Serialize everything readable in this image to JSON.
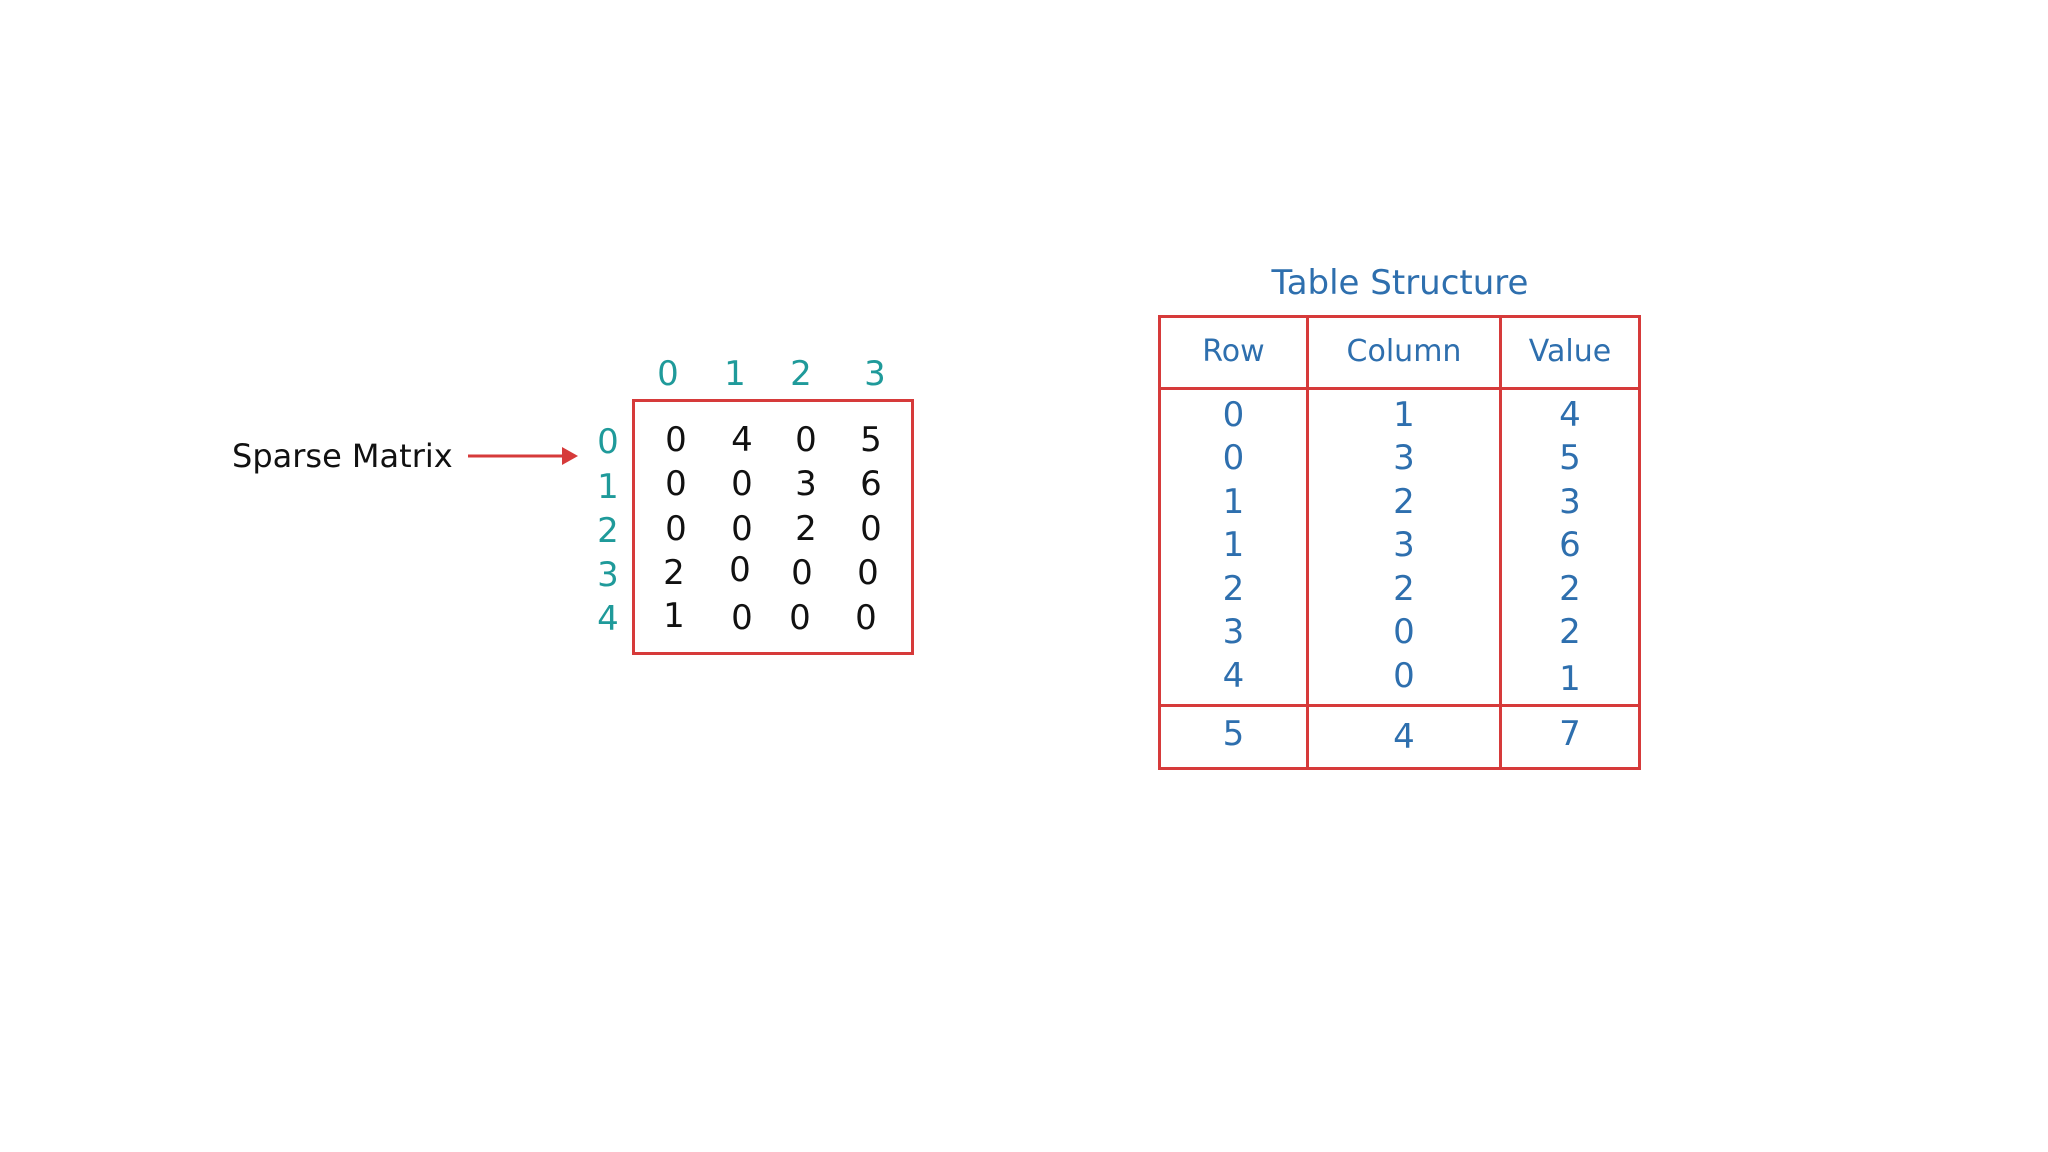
{
  "sparse_matrix": {
    "label": "Sparse Matrix",
    "column_indices": [
      "0",
      "1",
      "2",
      "3"
    ],
    "row_indices": [
      "0",
      "1",
      "2",
      "3",
      "4"
    ],
    "rows": [
      [
        "0",
        "4",
        "0",
        "5"
      ],
      [
        "0",
        "0",
        "3",
        "6"
      ],
      [
        "0",
        "0",
        "2",
        "0"
      ],
      [
        "2",
        "0",
        "0",
        "0"
      ],
      [
        "1",
        "0",
        "0",
        "0"
      ]
    ]
  },
  "table_structure": {
    "title": "Table Structure",
    "headers": [
      "Row",
      "Column",
      "Value"
    ],
    "rows": [
      [
        "0",
        "1",
        "4"
      ],
      [
        "0",
        "3",
        "5"
      ],
      [
        "1",
        "2",
        "3"
      ],
      [
        "1",
        "3",
        "6"
      ],
      [
        "2",
        "2",
        "2"
      ],
      [
        "3",
        "0",
        "2"
      ],
      [
        "4",
        "0",
        "1"
      ]
    ],
    "summary": [
      "5",
      "4",
      "7"
    ]
  },
  "colors": {
    "border": "#d63a3a",
    "index_teal": "#1f9a9a",
    "table_blue": "#2e6fae",
    "matrix_text": "#111111"
  }
}
